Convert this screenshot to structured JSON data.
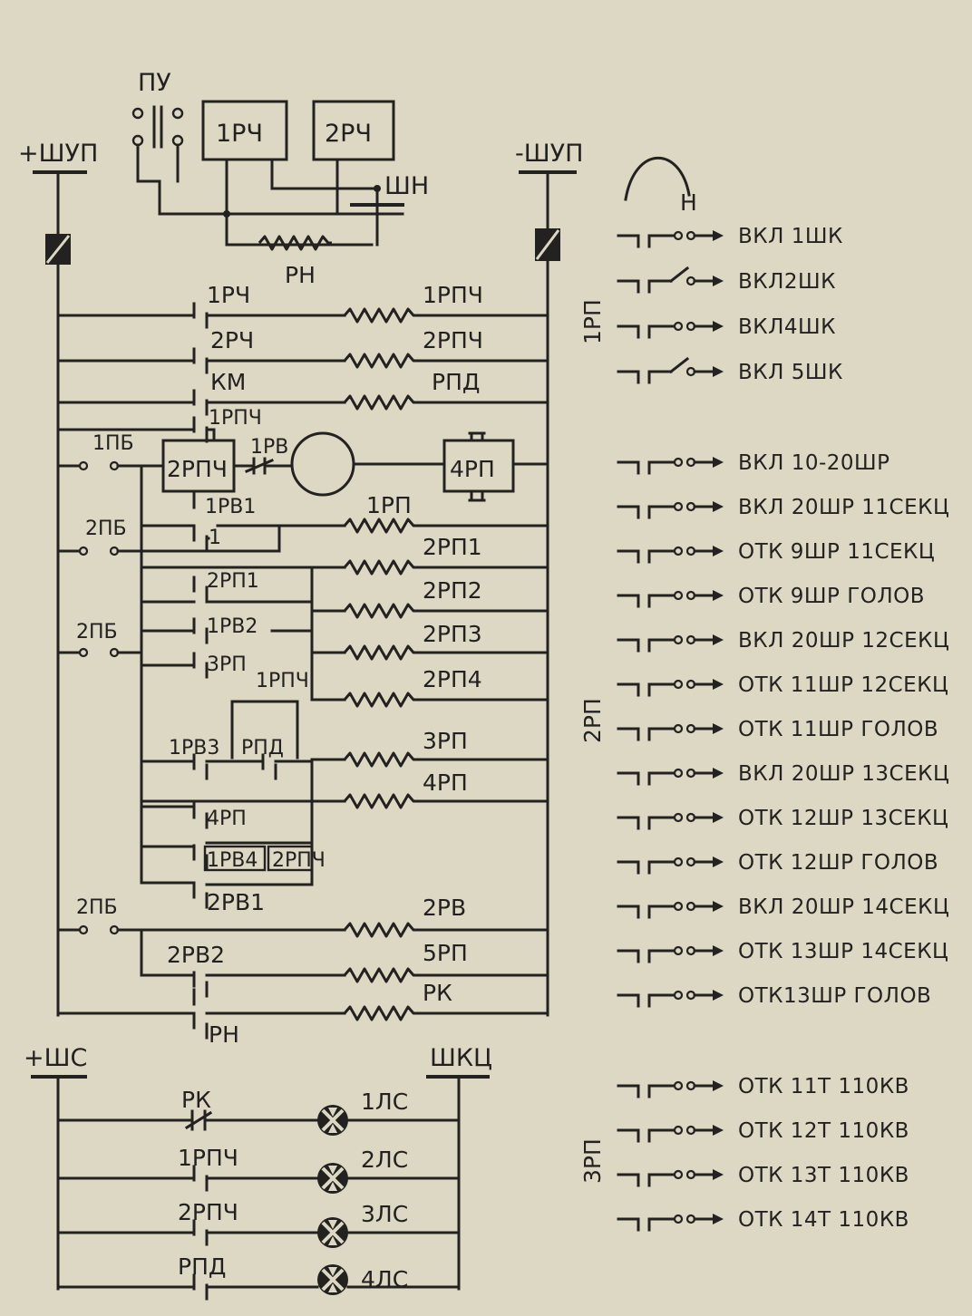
{
  "scheme": {
    "power": {
      "plus_shup": "+ШУП",
      "minus_shup": "-ШУП",
      "pu": "ПУ",
      "r1ch": "1РЧ",
      "r2ch": "2РЧ",
      "shn": "ШН",
      "rn_coil": "РН"
    },
    "main_rows": [
      {
        "contact": "1РЧ",
        "coil": "1РПЧ"
      },
      {
        "contact": "2РЧ",
        "coil": "2РПЧ"
      },
      {
        "contact": "КМ",
        "coil": "РПД"
      },
      {
        "contact": "1РПЧ"
      }
    ],
    "motor_row": {
      "switch": "1ПБ",
      "left": "2РПЧ",
      "rv": "1РВ",
      "right": "4РП",
      "below": "1РВ1"
    },
    "sub_rows": [
      {
        "switch": "2ПБ",
        "contact": "1",
        "coil": "1РП"
      },
      {
        "contact": "",
        "coil": "2РП1"
      },
      {
        "contact": "2РП1",
        "coil": "2РП2"
      },
      {
        "switch": "2ПБ",
        "contact": "1РВ2",
        "coil": "2РП3"
      },
      {
        "contact": "3РП",
        "extra": "1РПЧ",
        "coil": "2РП4"
      }
    ],
    "lower_rows": {
      "rv3": "1РВ3",
      "rpd": "РПД",
      "coil_3rp": "3РП",
      "coil_4rp": "4РП",
      "c4rp": "4РП",
      "c_rv4": "1РВ4",
      "c_2rpch": "2РПЧ",
      "c_2rv1": "2РВ1",
      "switch_2pb": "2ПБ",
      "coil_2rv": "2РВ",
      "c_2rv2": "2РВ2",
      "coil_5rp": "5РП",
      "coil_rk": "РК",
      "c_rn": "РН"
    },
    "signal": {
      "plus_shs": "+ШС",
      "shkc": "ШКЦ",
      "rows": [
        {
          "contact": "РК",
          "lamp": "1ЛС"
        },
        {
          "contact": "1РПЧ",
          "lamp": "2ЛС"
        },
        {
          "contact": "2РПЧ",
          "lamp": "3ЛС"
        },
        {
          "contact": "РПД",
          "lamp": "4ЛС"
        }
      ]
    },
    "outputs": {
      "key_label": "Н",
      "group_1rp": "1РП",
      "group_2rp": "2РП",
      "group_3rp": "3РП",
      "g1": [
        "ВКЛ 1ШК",
        "ВКЛ2ШК",
        "ВКЛ4ШК",
        "ВКЛ 5ШК"
      ],
      "g2": [
        "ВКЛ 10-20ШР",
        "ВКЛ 20ШР 11СЕКЦ",
        "ОТК 9ШР 11СЕКЦ",
        "ОТК 9ШР ГОЛОВ",
        "ВКЛ 20ШР 12СЕКЦ",
        "ОТК 11ШР 12СЕКЦ",
        "ОТК 11ШР ГОЛОВ",
        "ВКЛ 20ШР 13СЕКЦ",
        "ОТК 12ШР 13СЕКЦ",
        "ОТК 12ШР ГОЛОВ",
        "ВКЛ 20ШР 14СЕКЦ",
        "ОТК 13ШР 14СЕКЦ",
        "ОТК13ШР ГОЛОВ"
      ],
      "g3": [
        "ОТК 11Т 110КВ",
        "ОТК 12Т 110КВ",
        "ОТК 13Т 110КВ",
        "ОТК 14Т 110КВ"
      ]
    }
  }
}
